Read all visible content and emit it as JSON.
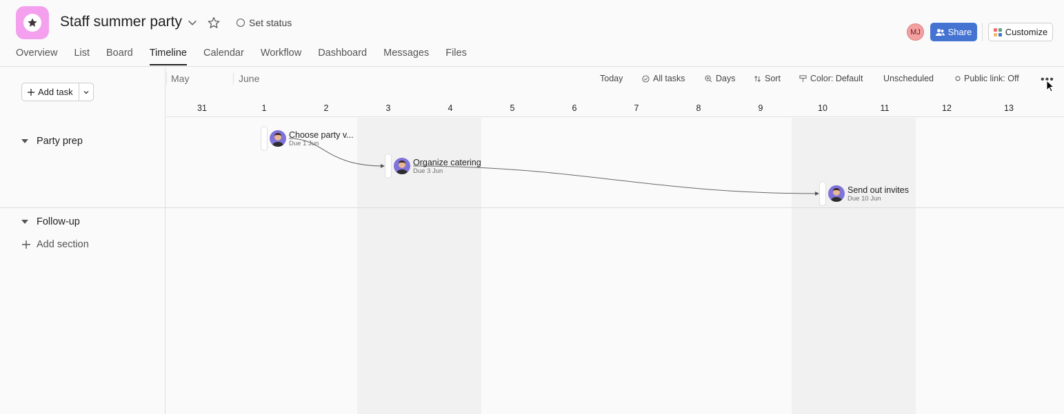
{
  "project": {
    "title": "Staff summer party",
    "set_status": "Set status",
    "icon": "star-icon",
    "icon_color": "#f5a0ee"
  },
  "tabs": [
    {
      "label": "Overview"
    },
    {
      "label": "List"
    },
    {
      "label": "Board"
    },
    {
      "label": "Timeline",
      "active": true
    },
    {
      "label": "Calendar"
    },
    {
      "label": "Workflow"
    },
    {
      "label": "Dashboard"
    },
    {
      "label": "Messages"
    },
    {
      "label": "Files"
    }
  ],
  "header_actions": {
    "avatar_initials": "MJ",
    "share_label": "Share",
    "customize_label": "Customize",
    "accent": "#4573d2"
  },
  "left": {
    "add_task_label": "Add task",
    "sections": [
      {
        "name": "Party prep"
      },
      {
        "name": "Follow-up"
      }
    ],
    "add_section_label": "Add section"
  },
  "toolbar": {
    "today": "Today",
    "all_tasks": "All tasks",
    "days": "Days",
    "sort": "Sort",
    "color": "Color: Default",
    "unscheduled": "Unscheduled",
    "public_link": "Public link: Off",
    "more": "•••"
  },
  "timeline": {
    "months": [
      "May",
      "June"
    ],
    "days": [
      "31",
      "1",
      "2",
      "3",
      "4",
      "5",
      "6",
      "7",
      "8",
      "9",
      "10",
      "11",
      "12",
      "13"
    ]
  },
  "tasks": [
    {
      "name": "Choose party v...",
      "due": "Due 1 Jun"
    },
    {
      "name": "Organize catering",
      "due": "Due 3 Jun"
    },
    {
      "name": "Send out invites",
      "due": "Due 10 Jun"
    }
  ]
}
